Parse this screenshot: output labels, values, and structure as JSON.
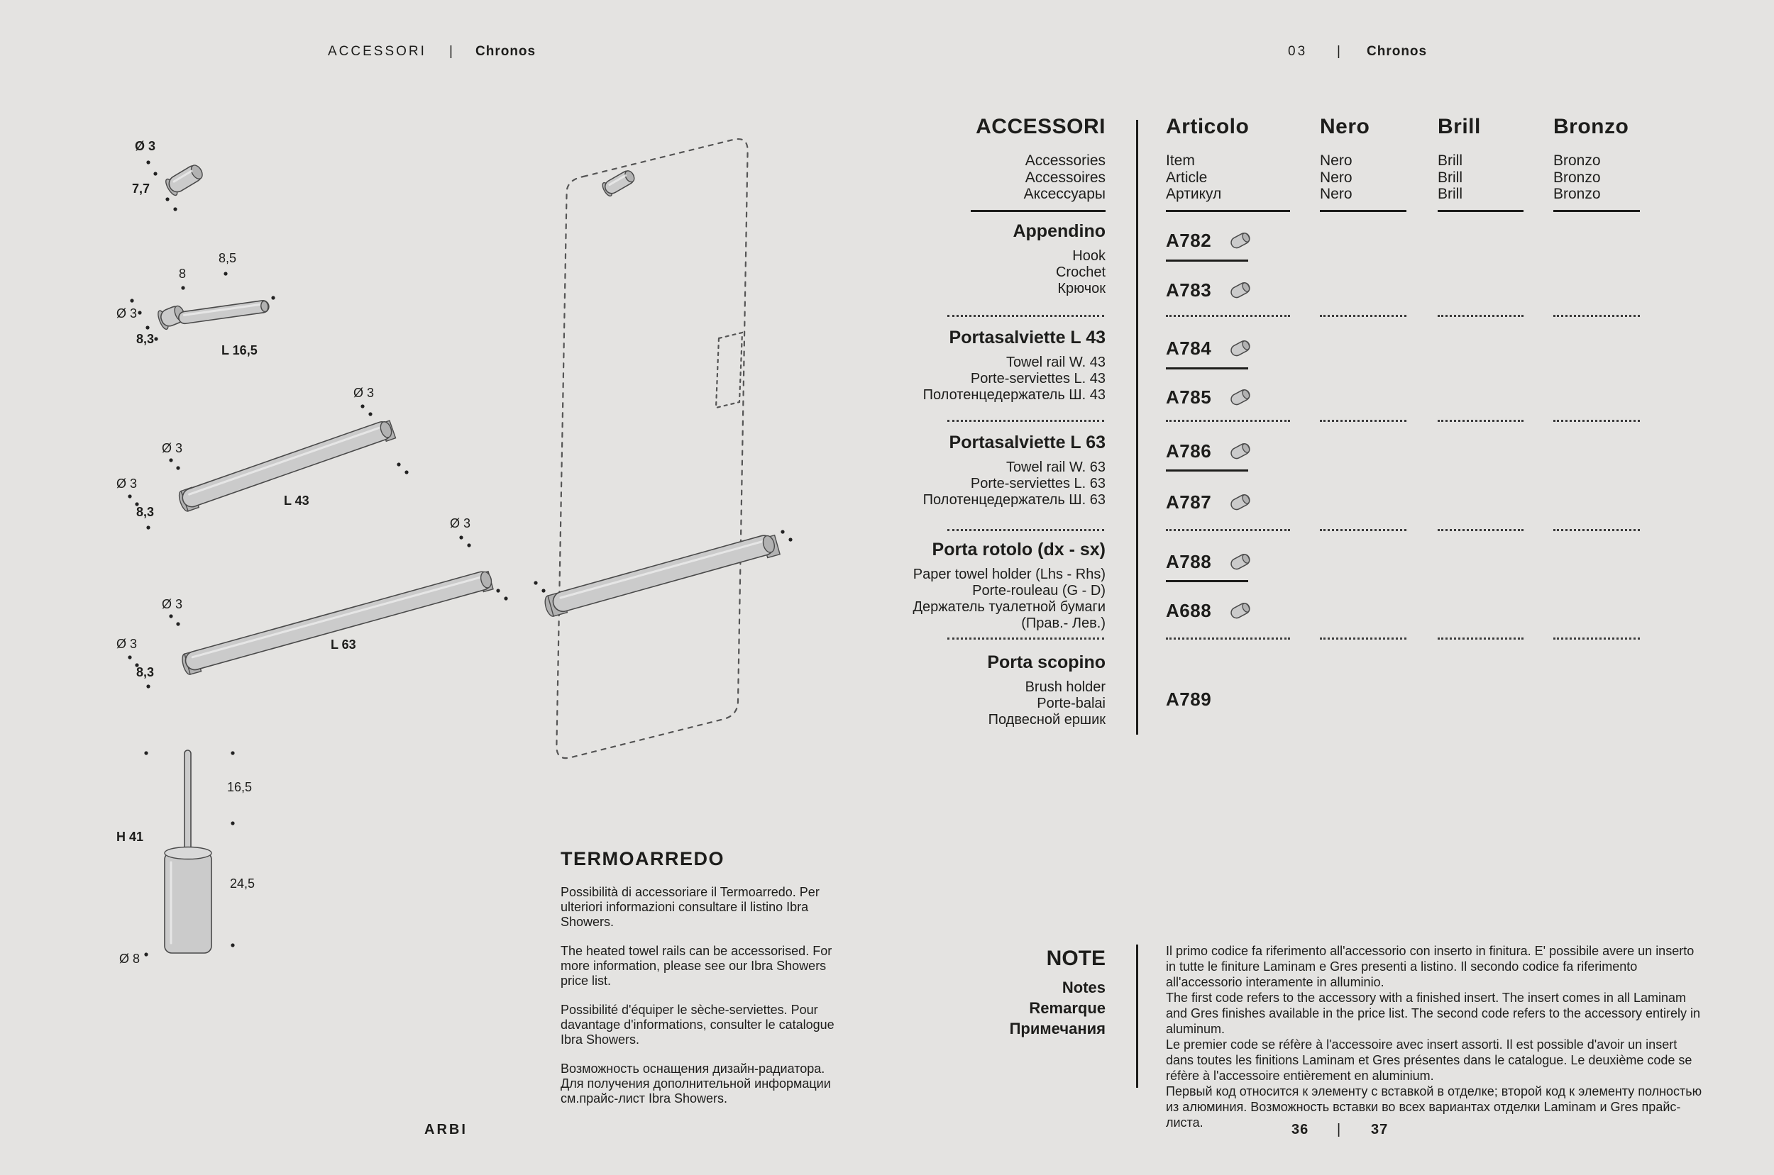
{
  "colors": {
    "background": "#e4e3e1",
    "ink": "#1d1d1b",
    "metal": "#cbcbcb"
  },
  "header": {
    "left": {
      "section": "ACCESSORI",
      "divider": "|",
      "name": "Chronos"
    },
    "right": {
      "page": "03",
      "divider": "|",
      "name": "Chronos"
    }
  },
  "footer": {
    "brand": "ARBI",
    "left_page": "36",
    "divider": "|",
    "right_page": "37"
  },
  "table": {
    "label_col": {
      "title": "ACCESSORI",
      "subs": [
        "Accessories",
        "Accessoires",
        "Аксессуары"
      ]
    },
    "columns": [
      {
        "title": "Articolo",
        "subs": [
          "Item",
          "Article",
          "Артикул"
        ]
      },
      {
        "title": "Nero",
        "subs": [
          "Nero",
          "Nero",
          "Nero"
        ]
      },
      {
        "title": "Brill",
        "subs": [
          "Brill",
          "Brill",
          "Brill"
        ]
      },
      {
        "title": "Bronzo",
        "subs": [
          "Bronzo",
          "Bronzo",
          "Bronzo"
        ]
      }
    ],
    "groups": [
      {
        "name": "Appendino",
        "alts": [
          "Hook",
          "Crochet",
          "Крючок"
        ]
      },
      {
        "name": "Portasalviette L 43",
        "alts": [
          "Towel rail W. 43",
          "Porte-serviettes L. 43",
          "Полотенцедержатель Ш. 43"
        ]
      },
      {
        "name": "Portasalviette L 63",
        "alts": [
          "Towel rail W. 63",
          "Porte-serviettes L. 63",
          "Полотенцедержатель Ш. 63"
        ]
      },
      {
        "name": "Porta rotolo (dx - sx)",
        "alts": [
          "Paper towel holder (Lhs - Rhs)",
          "Porte-rouleau (G - D)",
          "Держатель туалетной бумаги (Прав.- Лев.)"
        ]
      },
      {
        "name": "Porta scopino",
        "alts": [
          "Brush holder",
          "Porte-balai",
          "Подвесной ершик"
        ]
      }
    ],
    "codes": [
      "A782",
      "A783",
      "A784",
      "A785",
      "A786",
      "A787",
      "A788",
      "A688",
      "A789"
    ]
  },
  "dims": {
    "hook_small": {
      "d1": "Ø 3",
      "d2": "7,7"
    },
    "hook": {
      "d1": "8,5",
      "d2": "8",
      "d3": "Ø 3",
      "d4": "8,3",
      "d5": "L 16,5"
    },
    "rail43": {
      "d1": "Ø 3",
      "d2": "Ø 3",
      "d3": "Ø 3",
      "d4": "8,3",
      "d5": "L 43"
    },
    "rail63": {
      "d1": "Ø 3",
      "d2": "Ø 3",
      "d3": "Ø 3",
      "d4": "8,3",
      "d5": "L 63"
    },
    "brush": {
      "d1": "16,5",
      "d2": "H 41",
      "d3": "24,5",
      "d4": "Ø 8"
    }
  },
  "termoarredo": {
    "title": "TERMOARREDO",
    "paragraphs": [
      "Possibilità di accessoriare  il Termoarredo. Per ulteriori informazioni consultare il listino Ibra Showers.",
      "The heated towel rails can be accessorised. For more information, please see our Ibra Showers price list.",
      "Possibilité d'équiper le sèche-serviettes. Pour davantage d'informations, consulter le catalogue Ibra Showers.",
      "Возможность оснащения дизайн-радиатора. Для получения дополнительной информации см.прайс-лист Ibra Showers."
    ]
  },
  "note": {
    "title": "NOTE",
    "subs": [
      "Notes",
      "Remarque",
      "Примечания"
    ],
    "paragraphs": [
      "Il primo codice fa riferimento all'accessorio con inserto in finitura. E' possibile avere un inserto in tutte le finiture Laminam e Gres presenti a listino. Il secondo codice fa riferimento all'accessorio interamente in alluminio.",
      "The first code refers to the accessory with a finished insert. The insert comes in all Laminam and Gres finishes available in the price list. The second code refers to  the accessory entirely in aluminum.",
      "Le premier code se réfère à l'accessoire avec insert assorti. Il est possible d'avoir un insert dans toutes les finitions Laminam et Gres présentes dans le catalogue. Le deuxième code se réfère à l'accessoire entièrement en aluminium.",
      "Первый код относится к элементу с вставкой в отделке; второй код к элементу полностью из алюминия. Возможность вставки во всех вариантах отделки Laminam и Gres прайс-листа."
    ]
  }
}
